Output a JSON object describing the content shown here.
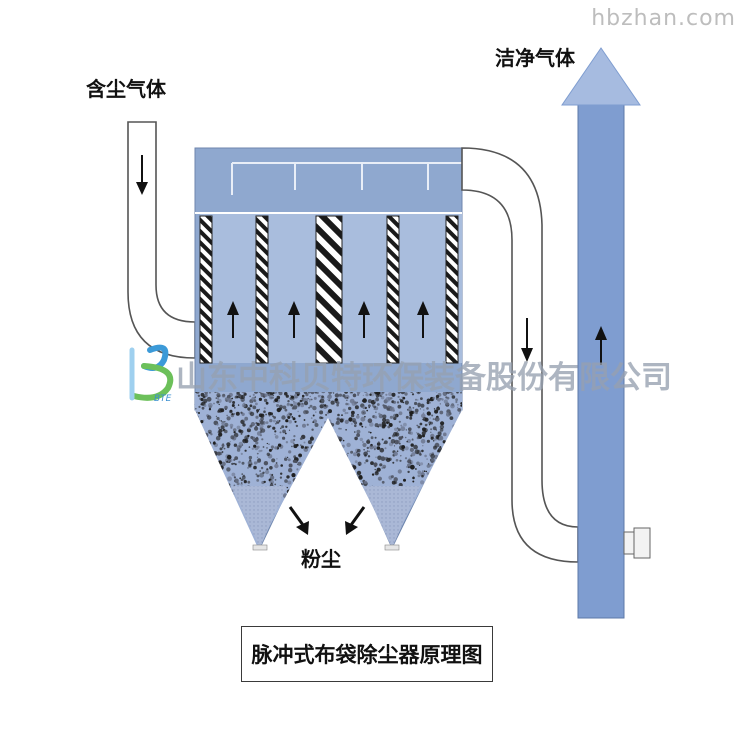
{
  "labels": {
    "dusty_gas": "含尘气体",
    "clean_gas": "洁净气体",
    "dust": "粉尘"
  },
  "title": "脉冲式布袋除尘器原理图",
  "watermark": {
    "site": "hbzhan.com",
    "company": "山东中科贝特环保装备股份有限公司",
    "logo_text": "BTE"
  },
  "colors": {
    "housing": "#8fa8cf",
    "bag_bay": "#a9bddd",
    "hopper_bottom": "#b8c6df",
    "stack": "#7f9dd0",
    "pipe": "#ffffff",
    "outline": "#555555",
    "arrow": "#111111"
  },
  "icons": {
    "flow_arrow": "arrow-icon",
    "logo": "bte-logo-icon"
  }
}
